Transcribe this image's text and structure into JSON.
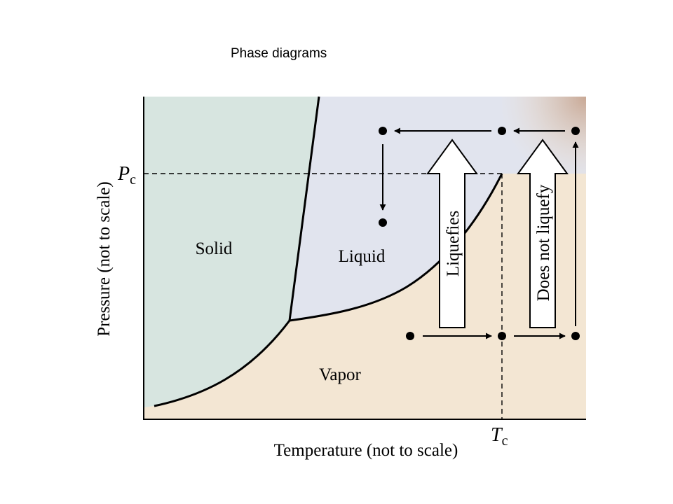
{
  "slide": {
    "title": "Phase diagrams"
  },
  "diagram": {
    "axes": {
      "x_label": "Temperature (not to scale)",
      "y_label": "Pressure (not to scale)",
      "critical_temperature": {
        "symbol": "T",
        "subscript": "c"
      },
      "critical_pressure": {
        "symbol": "P",
        "subscript": "c"
      }
    },
    "regions": {
      "solid": "Solid",
      "liquid": "Liquid",
      "vapor": "Vapor"
    },
    "arrows": {
      "liquefies": "Liquefies",
      "does_not_liquefy": "Does not liquefy"
    },
    "colors": {
      "solid": "#d7e5e0",
      "liquid": "#e1e4ee",
      "vapor": "#f3e6d3",
      "supercritical": "#c9a996"
    }
  }
}
